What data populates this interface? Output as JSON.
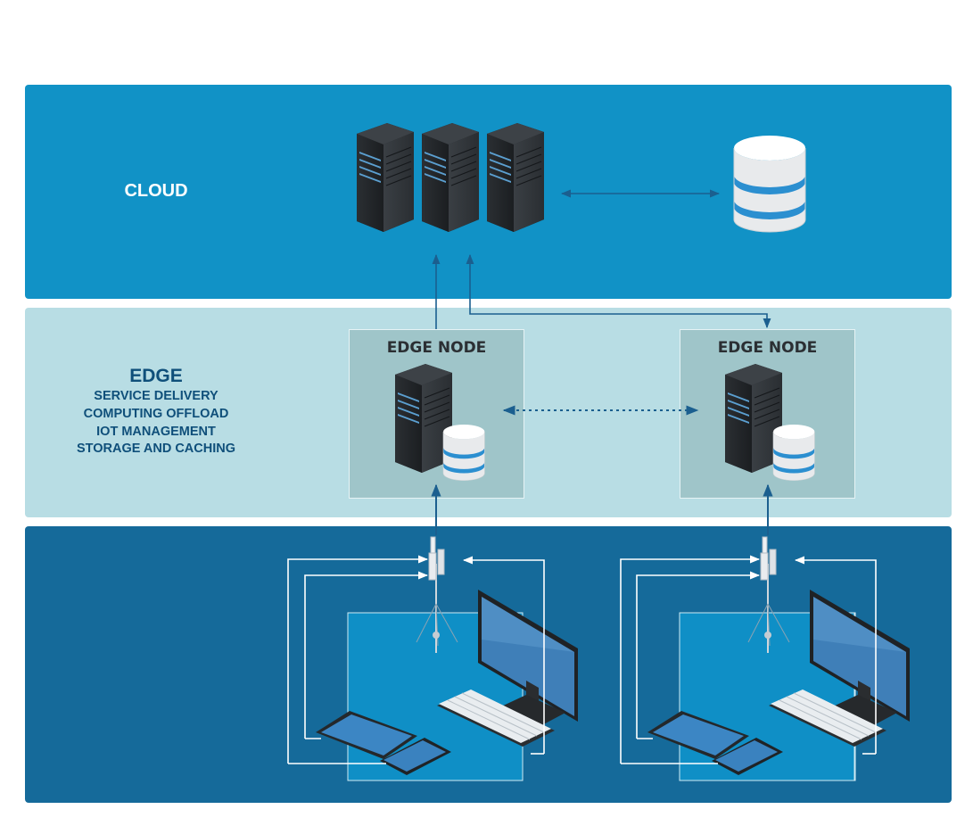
{
  "cloud": {
    "title": "CLOUD"
  },
  "edge": {
    "title": "EDGE",
    "lines": [
      "SERVICE DELIVERY",
      "COMPUTING OFFLOAD",
      "IOT MANAGEMENT",
      "STORAGE AND CACHING"
    ]
  },
  "nodes": [
    {
      "title": "EDGE NODE"
    },
    {
      "title": "EDGE NODE"
    }
  ],
  "colors": {
    "cloud_band": "#1192c6",
    "edge_band": "#b8dde4",
    "device_band": "#156a9a",
    "edge_text": "#0f4f7a",
    "arrow": "#1b5f8f"
  }
}
